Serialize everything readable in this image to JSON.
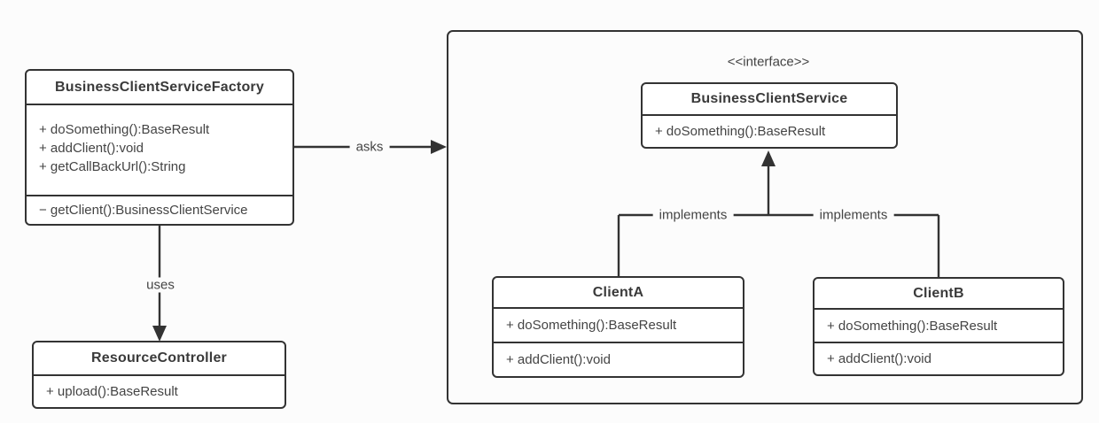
{
  "diagram": {
    "type": "uml-class-diagram",
    "colors": {
      "line": "#333333",
      "text": "#3f3f3f",
      "background": "#fcfcfc",
      "box_fill": "#ffffff"
    },
    "classes": {
      "factory": {
        "name": "BusinessClientServiceFactory",
        "methods_public": [
          "+ doSomething():BaseResult",
          "+ addClient():void",
          "+ getCallBackUrl():String"
        ],
        "methods_private": [
          "− getClient():BusinessClientService"
        ]
      },
      "resource_controller": {
        "name": "ResourceController",
        "methods": [
          "+ upload():BaseResult"
        ]
      },
      "service_interface": {
        "stereotype": "<<interface>>",
        "name": "BusinessClientService",
        "methods": [
          "+ doSomething():BaseResult"
        ]
      },
      "client_a": {
        "name": "ClientA",
        "methods": [
          "+ doSomething():BaseResult",
          "+ addClient():void"
        ]
      },
      "client_b": {
        "name": "ClientB",
        "methods": [
          "+ doSomething():BaseResult",
          "+ addClient():void"
        ]
      }
    },
    "edges": {
      "asks": {
        "label": "asks",
        "from": "BusinessClientServiceFactory",
        "to": "clients-group"
      },
      "uses": {
        "label": "uses",
        "from": "BusinessClientServiceFactory",
        "to": "ResourceController"
      },
      "implements_a": {
        "label": "implements",
        "from": "ClientA",
        "to": "BusinessClientService"
      },
      "implements_b": {
        "label": "implements",
        "from": "ClientB",
        "to": "BusinessClientService"
      }
    }
  }
}
